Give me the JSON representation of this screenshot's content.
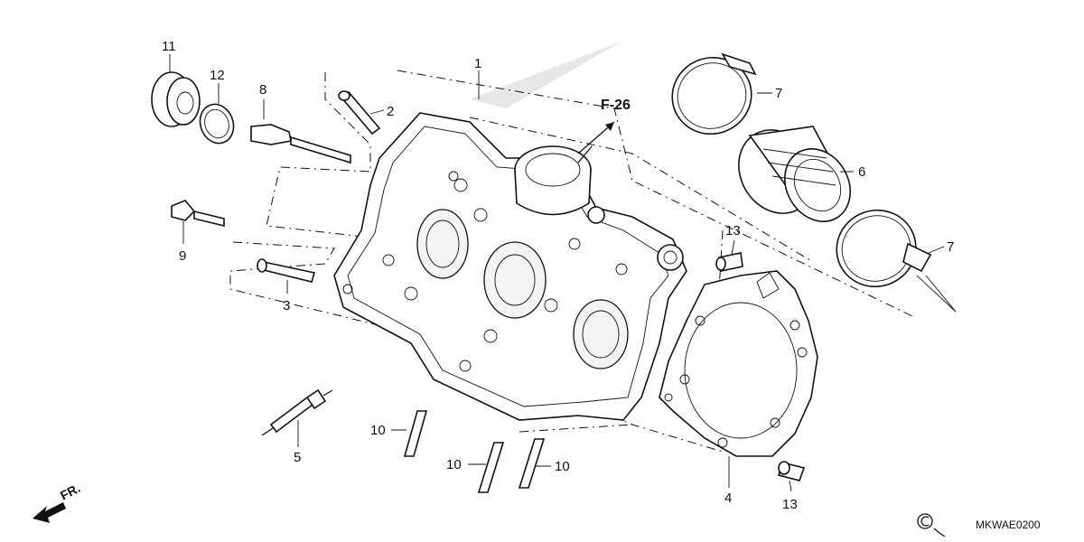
{
  "diagram": {
    "reference": "F-26",
    "front_indicator": "FR.",
    "drawing_code": "MKWAE0200",
    "callouts": [
      {
        "id": "c1",
        "text": "1"
      },
      {
        "id": "c2",
        "text": "2"
      },
      {
        "id": "c3",
        "text": "3"
      },
      {
        "id": "c4",
        "text": "4"
      },
      {
        "id": "c5",
        "text": "5"
      },
      {
        "id": "c6",
        "text": "6"
      },
      {
        "id": "c7a",
        "text": "7"
      },
      {
        "id": "c7b",
        "text": "7"
      },
      {
        "id": "c8",
        "text": "8"
      },
      {
        "id": "c9",
        "text": "9"
      },
      {
        "id": "c10a",
        "text": "10"
      },
      {
        "id": "c10b",
        "text": "10"
      },
      {
        "id": "c10c",
        "text": "10"
      },
      {
        "id": "c11",
        "text": "11"
      },
      {
        "id": "c12",
        "text": "12"
      },
      {
        "id": "c13a",
        "text": "13"
      },
      {
        "id": "c13b",
        "text": "13"
      }
    ]
  }
}
